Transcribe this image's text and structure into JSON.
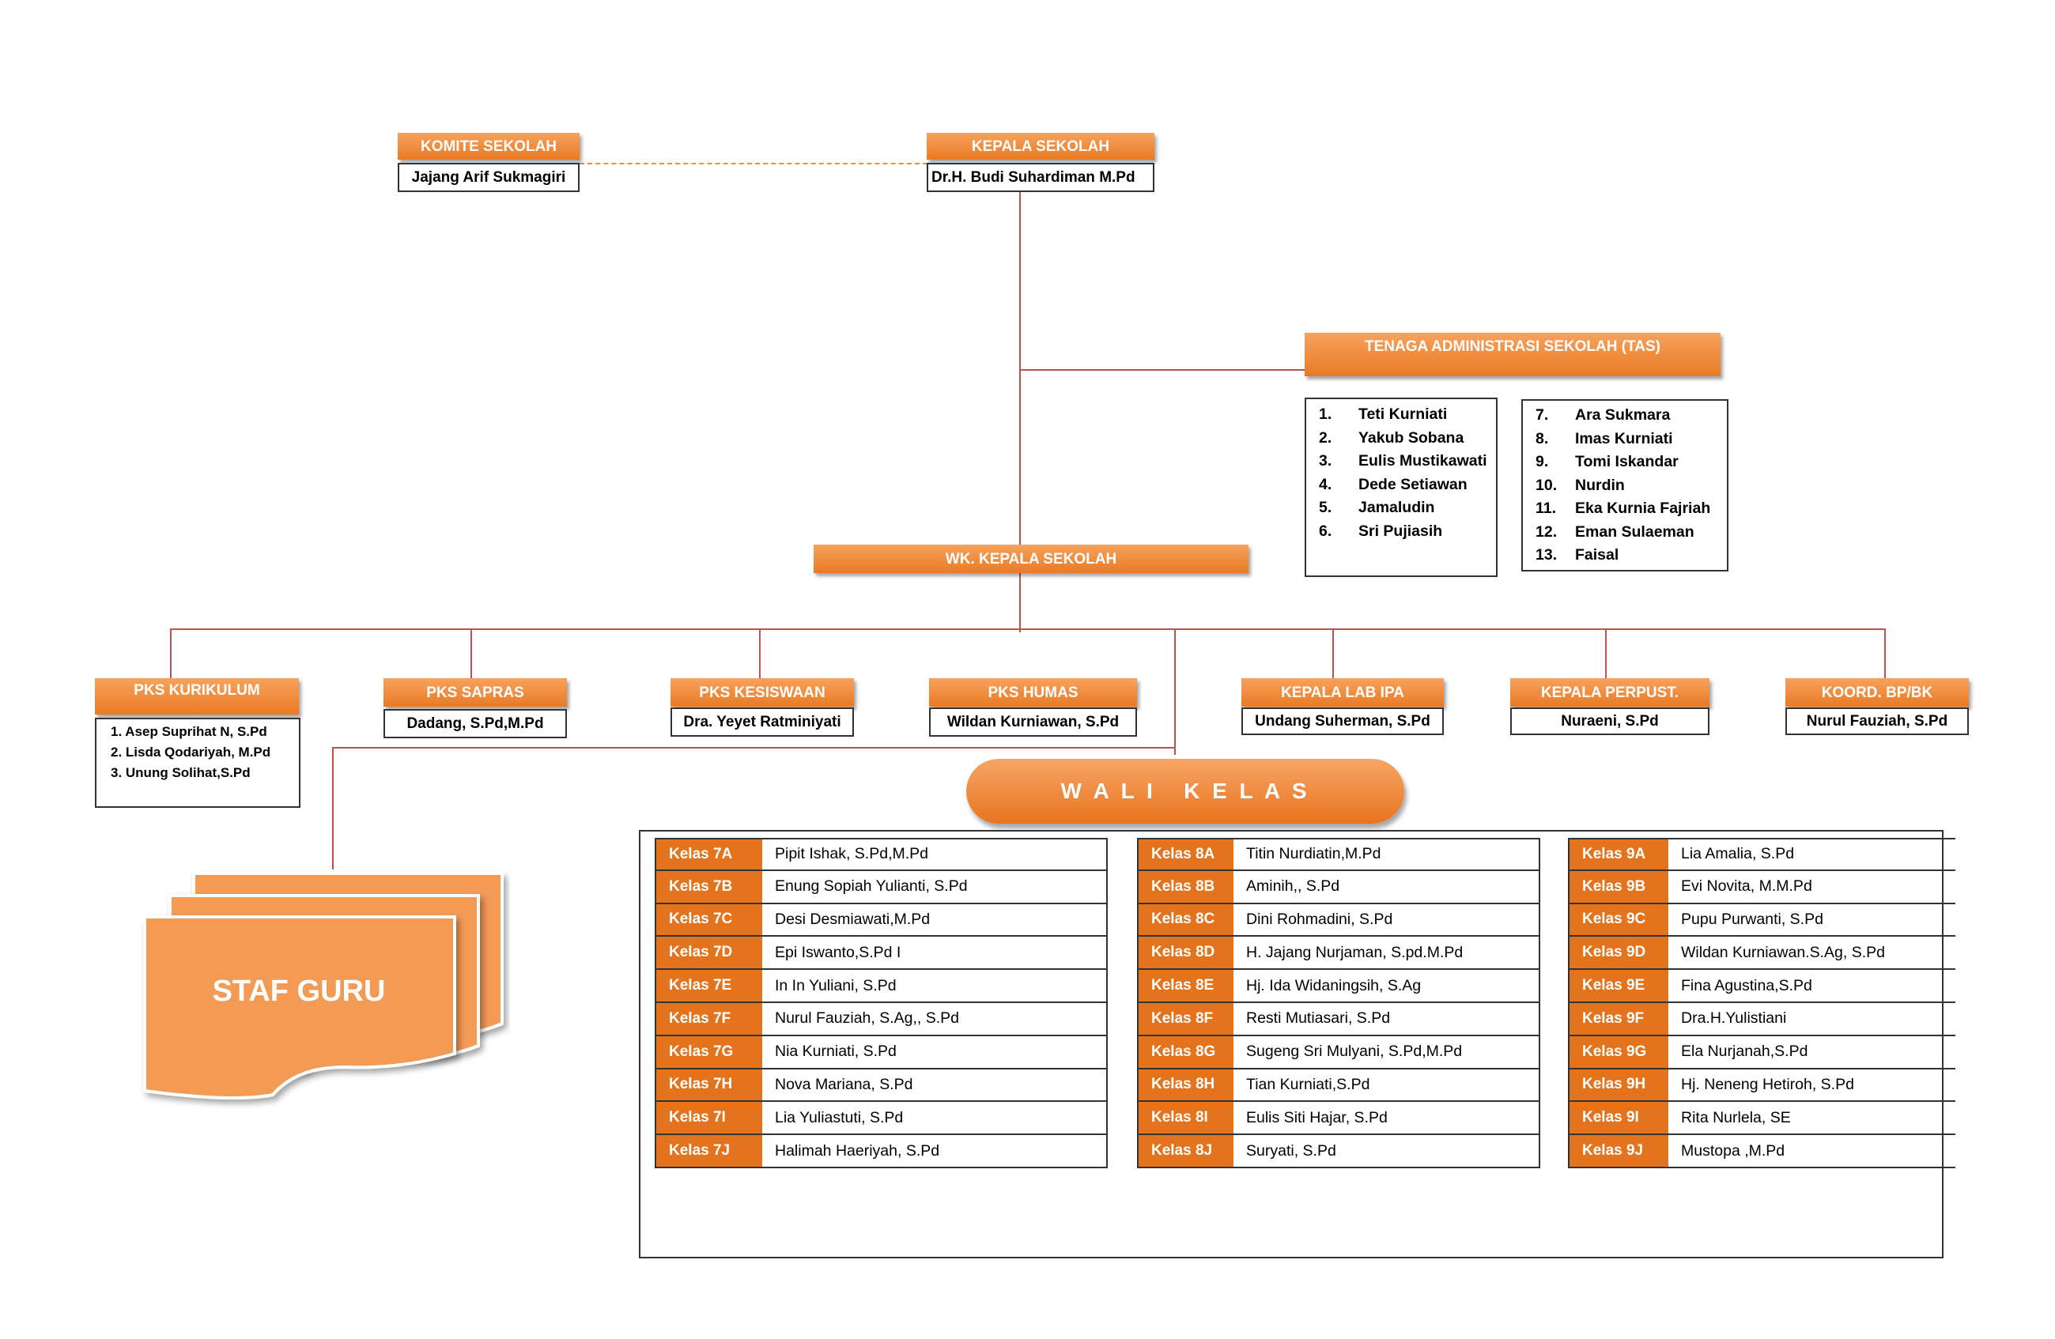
{
  "kepala": {
    "title": "KEPALA SEKOLAH",
    "name": "Dr.H. Budi Suhardiman M.Pd"
  },
  "komite": {
    "title": "KOMITE SEKOLAH",
    "name": "Jajang Arif Sukmagiri"
  },
  "tas": {
    "title": "TENAGA ADMINISTRASI SEKOLAH  (TAS)",
    "col1": [
      {
        "num": "1.",
        "name": "Teti Kurniati"
      },
      {
        "num": "2.",
        "name": "Yakub Sobana"
      },
      {
        "num": "3.",
        "name": "Eulis Mustikawati"
      },
      {
        "num": "4.",
        "name": "Dede Setiawan"
      },
      {
        "num": "5.",
        "name": "Jamaludin"
      },
      {
        "num": "6.",
        "name": "Sri Pujiasih"
      }
    ],
    "col2": [
      {
        "num": "7.",
        "name": "Ara Sukmara"
      },
      {
        "num": "8.",
        "name": "Imas Kurniati"
      },
      {
        "num": "9.",
        "name": "Tomi Iskandar"
      },
      {
        "num": "10.",
        "name": "Nurdin"
      },
      {
        "num": "11.",
        "name": "Eka Kurnia Fajriah"
      },
      {
        "num": "12.",
        "name": "Eman Sulaeman"
      },
      {
        "num": "13.",
        "name": "Faisal"
      }
    ]
  },
  "wakil": {
    "title": "WK. KEPALA SEKOLAH"
  },
  "pks": {
    "kurikulum": {
      "title": "PKS KURIKULUM",
      "items": [
        "1. Asep Suprihat N, S.Pd",
        "2. Lisda Qodariyah, M.Pd",
        "3. Unung Solihat,S.Pd"
      ]
    },
    "sapras": {
      "title": "PKS SAPRAS",
      "name": "Dadang, S.Pd,M.Pd"
    },
    "kesiswaan": {
      "title": "PKS KESISWAAN",
      "name": "Dra. Yeyet Ratminiyati"
    },
    "humas": {
      "title": "PKS HUMAS",
      "name": "Wildan Kurniawan, S.Pd"
    },
    "lab": {
      "title": "KEPALA LAB IPA",
      "name": "Undang Suherman, S.Pd"
    },
    "perpust": {
      "title": "KEPALA PERPUST.",
      "name": "Nuraeni, S.Pd"
    },
    "bk": {
      "title": "KOORD. BP/BK",
      "name": "Nurul Fauziah, S.Pd"
    }
  },
  "wali_kelas": {
    "title": "W A L I   K E L A S",
    "kelas7": [
      {
        "k": "Kelas 7A",
        "n": "Pipit Ishak, S.Pd,M.Pd"
      },
      {
        "k": "Kelas 7B",
        "n": "Enung Sopiah Yulianti, S.Pd"
      },
      {
        "k": "Kelas 7C",
        "n": "Desi Desmiawati,M.Pd"
      },
      {
        "k": "Kelas 7D",
        "n": "Epi Iswanto,S.Pd I"
      },
      {
        "k": "Kelas 7E",
        "n": "In In Yuliani, S.Pd"
      },
      {
        "k": "Kelas 7F",
        "n": "Nurul Fauziah, S.Ag,, S.Pd"
      },
      {
        "k": "Kelas 7G",
        "n": "Nia Kurniati, S.Pd"
      },
      {
        "k": "Kelas 7H",
        "n": "Nova Mariana, S.Pd"
      },
      {
        "k": "Kelas 7I",
        "n": "Lia Yuliastuti, S.Pd"
      },
      {
        "k": "Kelas 7J",
        "n": "Halimah Haeriyah, S.Pd"
      }
    ],
    "kelas8": [
      {
        "k": "Kelas 8A",
        "n": "Titin Nurdiatin,M.Pd"
      },
      {
        "k": "Kelas 8B",
        "n": "Aminih,, S.Pd"
      },
      {
        "k": "Kelas 8C",
        "n": "Dini Rohmadini, S.Pd"
      },
      {
        "k": "Kelas 8D",
        "n": "H. Jajang Nurjaman, S.pd.M.Pd"
      },
      {
        "k": "Kelas 8E",
        "n": "Hj. Ida Widaningsih, S.Ag"
      },
      {
        "k": "Kelas 8F",
        "n": "Resti Mutiasari, S.Pd"
      },
      {
        "k": "Kelas 8G",
        "n": "Sugeng Sri Mulyani, S.Pd,M.Pd"
      },
      {
        "k": "Kelas 8H",
        "n": "Tian Kurniati,S.Pd"
      },
      {
        "k": "Kelas 8I",
        "n": "Eulis Siti Hajar, S.Pd"
      },
      {
        "k": "Kelas 8J",
        "n": "Suryati, S.Pd"
      }
    ],
    "kelas9": [
      {
        "k": "Kelas 9A",
        "n": "Lia Amalia, S.Pd"
      },
      {
        "k": "Kelas 9B",
        "n": "Evi Novita, M.M.Pd"
      },
      {
        "k": "Kelas 9C",
        "n": "Pupu Purwanti, S.Pd"
      },
      {
        "k": "Kelas 9D",
        "n": "Wildan Kurniawan.S.Ag, S.Pd"
      },
      {
        "k": "Kelas 9E",
        "n": "Fina Agustina,S.Pd"
      },
      {
        "k": "Kelas 9F",
        "n": "Dra.H.Yulistiani"
      },
      {
        "k": "Kelas 9G",
        "n": "Ela Nurjanah,S.Pd"
      },
      {
        "k": "Kelas 9H",
        "n": "Hj. Neneng Hetiroh, S.Pd"
      },
      {
        "k": "Kelas 9I",
        "n": "Rita Nurlela, SE"
      },
      {
        "k": "Kelas 9J",
        "n": "Mustopa ,M.Pd"
      }
    ]
  },
  "staf_guru": {
    "title": "STAF GURU"
  }
}
